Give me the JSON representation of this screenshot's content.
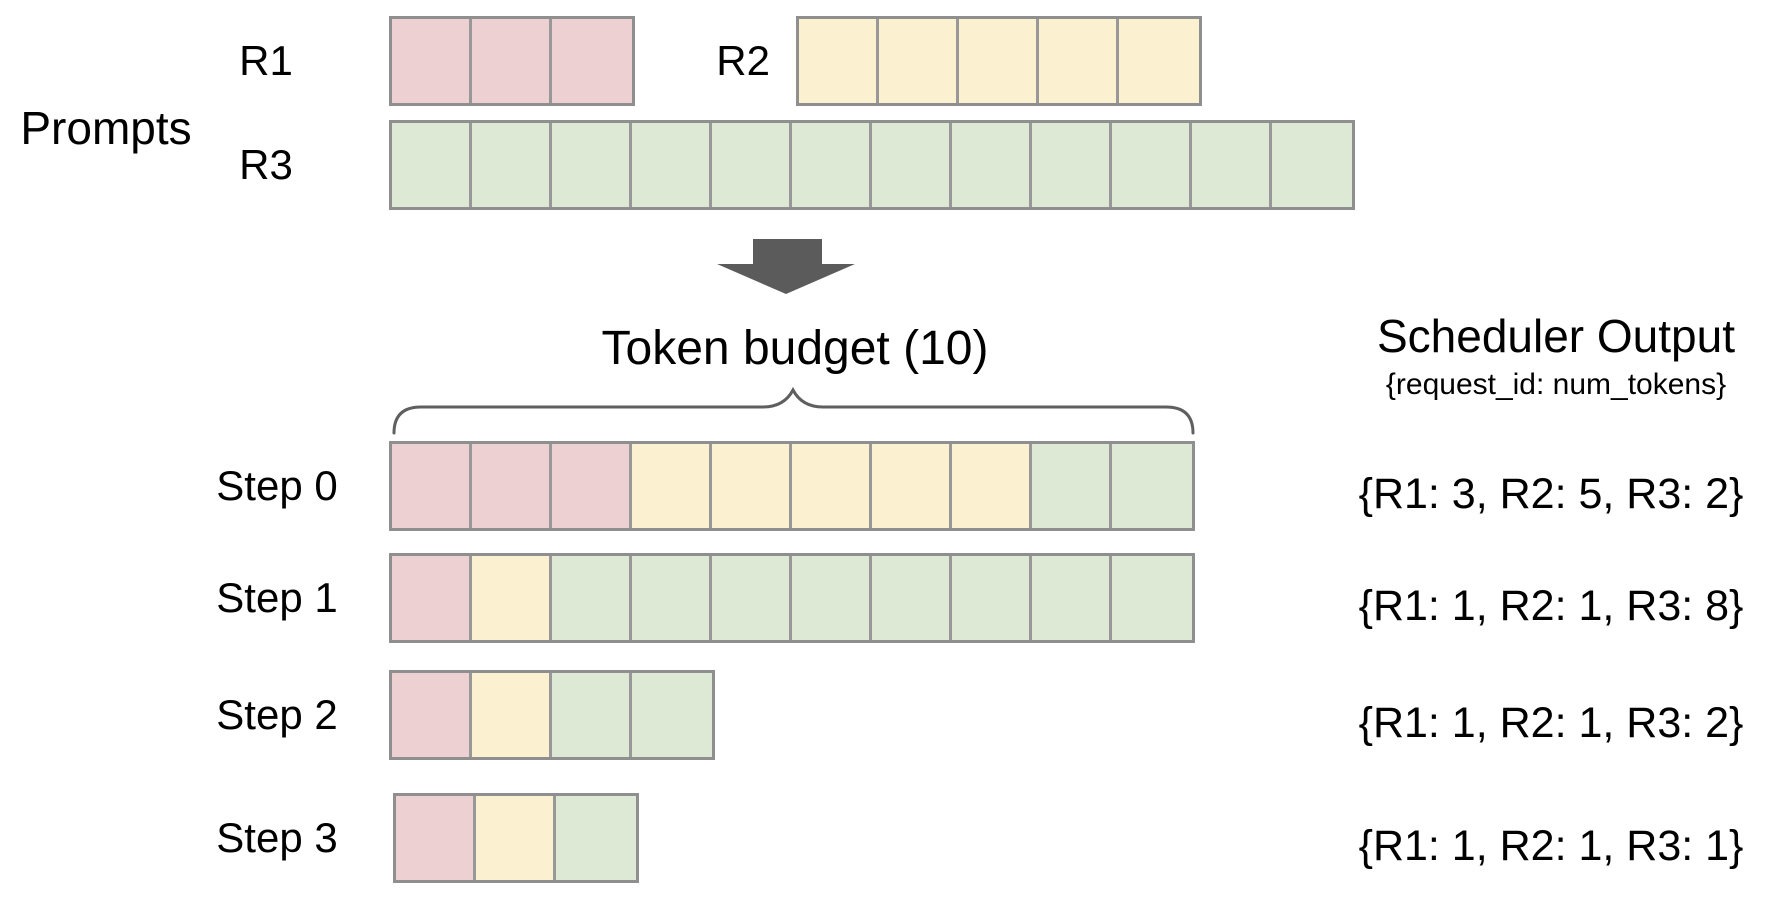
{
  "colors": {
    "R1": "#edd1d2",
    "R2": "#fbf1d0",
    "R3": "#dde9d5",
    "cell_border": "#989898",
    "row_border": "#8f8f8f",
    "arrow": "#5b5b5b",
    "brace": "#5f5f5f",
    "text": "#000000"
  },
  "prompts": {
    "section_label": "Prompts",
    "requests": [
      {
        "id": "R1",
        "label": "R1",
        "num_tokens": 3
      },
      {
        "id": "R2",
        "label": "R2",
        "num_tokens": 5
      },
      {
        "id": "R3",
        "label": "R3",
        "num_tokens": 12
      }
    ]
  },
  "token_budget": {
    "label": "Token budget (10)",
    "value": 10
  },
  "scheduler_output": {
    "title": "Scheduler Output",
    "subtitle": "{request_id: num_tokens}"
  },
  "steps": [
    {
      "label": "Step 0",
      "segments": [
        {
          "request": "R1",
          "count": 3
        },
        {
          "request": "R2",
          "count": 5
        },
        {
          "request": "R3",
          "count": 2
        }
      ],
      "output": "{R1: 3, R2: 5, R3: 2}"
    },
    {
      "label": "Step 1",
      "segments": [
        {
          "request": "R1",
          "count": 1
        },
        {
          "request": "R2",
          "count": 1
        },
        {
          "request": "R3",
          "count": 8
        }
      ],
      "output": "{R1: 1, R2: 1, R3: 8}"
    },
    {
      "label": "Step 2",
      "segments": [
        {
          "request": "R1",
          "count": 1
        },
        {
          "request": "R2",
          "count": 1
        },
        {
          "request": "R3",
          "count": 2
        }
      ],
      "output": "{R1: 1, R2: 1, R3: 2}"
    },
    {
      "label": "Step 3",
      "segments": [
        {
          "request": "R1",
          "count": 1
        },
        {
          "request": "R2",
          "count": 1
        },
        {
          "request": "R3",
          "count": 1
        }
      ],
      "output": "{R1: 1, R2: 1, R3: 1}"
    }
  ]
}
